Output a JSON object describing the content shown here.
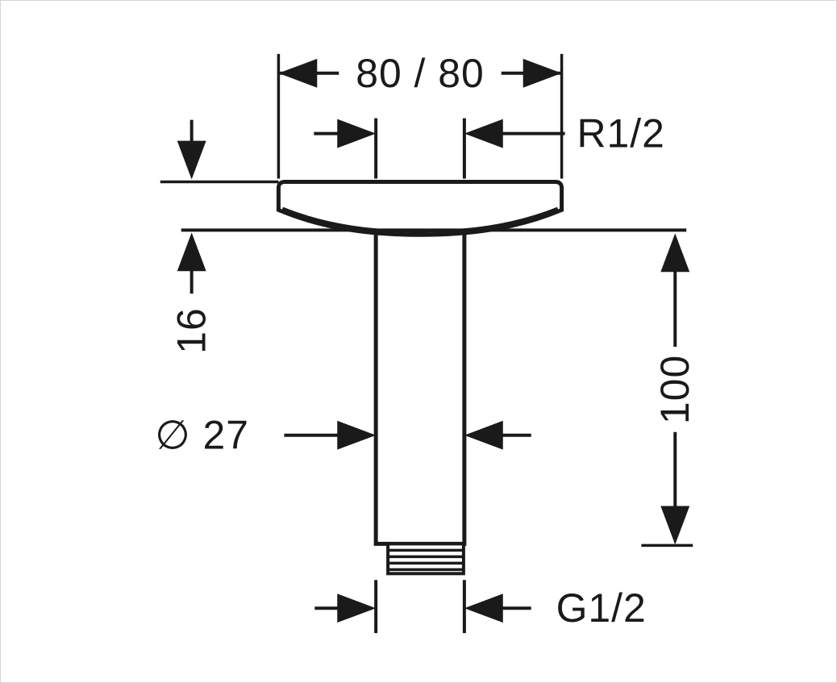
{
  "drawing": {
    "type": "technical-dimension-drawing",
    "colors": {
      "line": "#1a1a1a",
      "background": "#ffffff",
      "border": "#d6d6d6"
    },
    "dimensions": {
      "top_width": "80 / 80",
      "top_thread": "R1/2",
      "flange_height": "16",
      "pipe_diameter": "∅ 27",
      "pipe_length": "100",
      "bottom_thread": "G1/2"
    }
  }
}
